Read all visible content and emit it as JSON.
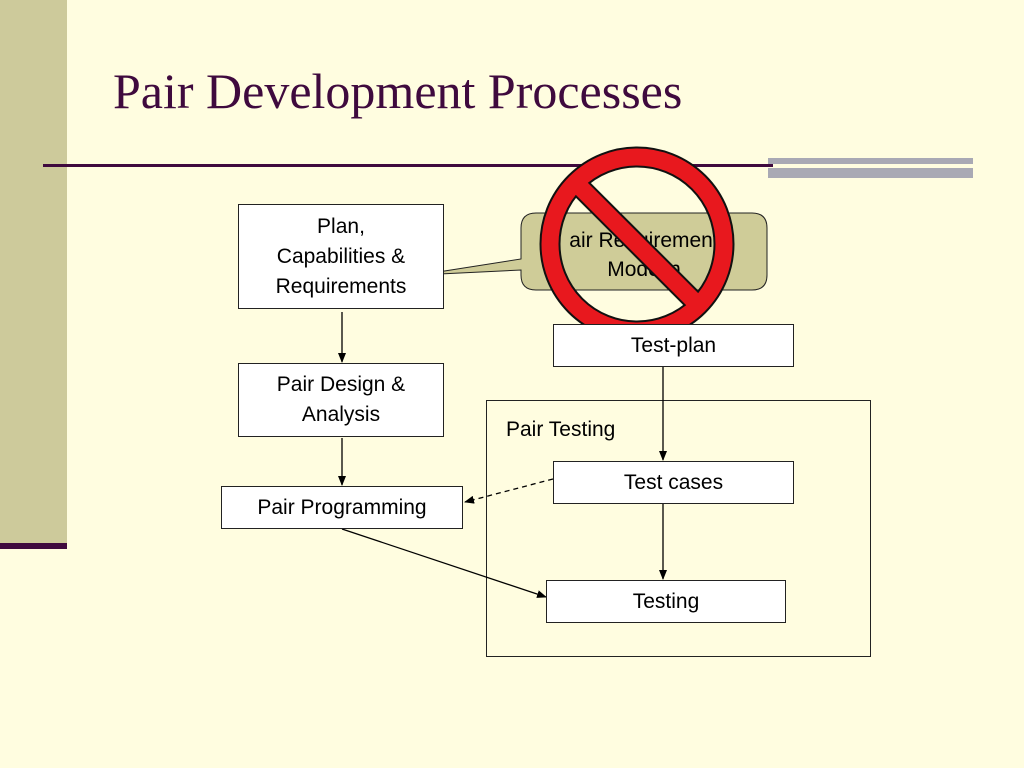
{
  "slide": {
    "title": "Pair Development Processes"
  },
  "diagram": {
    "boxes": {
      "plan": [
        "Plan,",
        "Capabilities &",
        "Requirements"
      ],
      "design": [
        "Pair Design &",
        "Analysis"
      ],
      "programming": "Pair Programming",
      "test_plan": "Test-plan",
      "test_cases": "Test cases",
      "testing": "Testing"
    },
    "group_label": "Pair Testing",
    "callout": [
      "air Requirement",
      "Modelin"
    ],
    "prohibition_icon": "no-symbol",
    "colors": {
      "title": "#3F0A3E",
      "background": "#FFFDE0",
      "side_bar": "#CDCA9B",
      "callout_fill": "#CFCC98",
      "prohibition_red": "#E8181E"
    }
  }
}
